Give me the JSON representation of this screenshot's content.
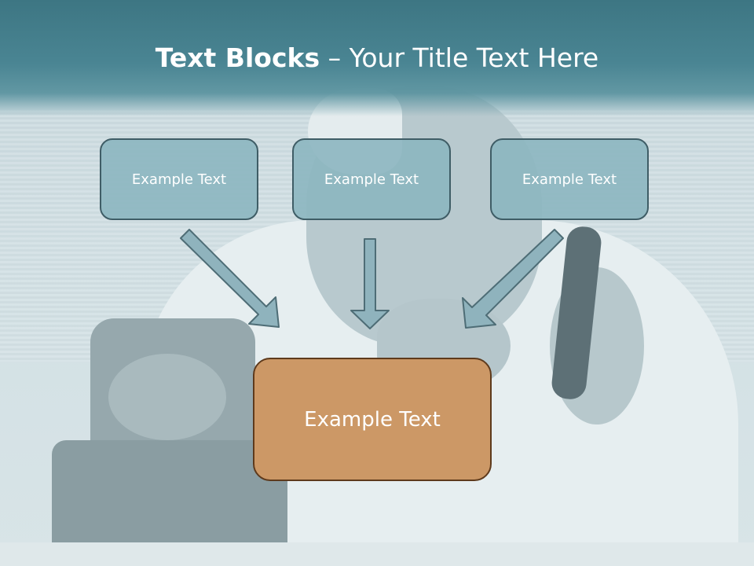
{
  "slide": {
    "title_bold": "Text Blocks",
    "title_rest": "– Your Title Text Here"
  },
  "diagram": {
    "top_boxes": [
      {
        "label": "Example Text"
      },
      {
        "label": "Example Text"
      },
      {
        "label": "Example Text"
      }
    ],
    "bottom_box": {
      "label": "Example Text"
    }
  },
  "colors": {
    "title_band": "#4a8593",
    "small_box_fill": "#8cb6c0",
    "small_box_border": "#3f5d66",
    "big_box_fill": "#cc9866",
    "big_box_border": "#5e3a1c",
    "arrow_fill": "#8fb3bd",
    "arrow_stroke": "#4e6d76"
  }
}
